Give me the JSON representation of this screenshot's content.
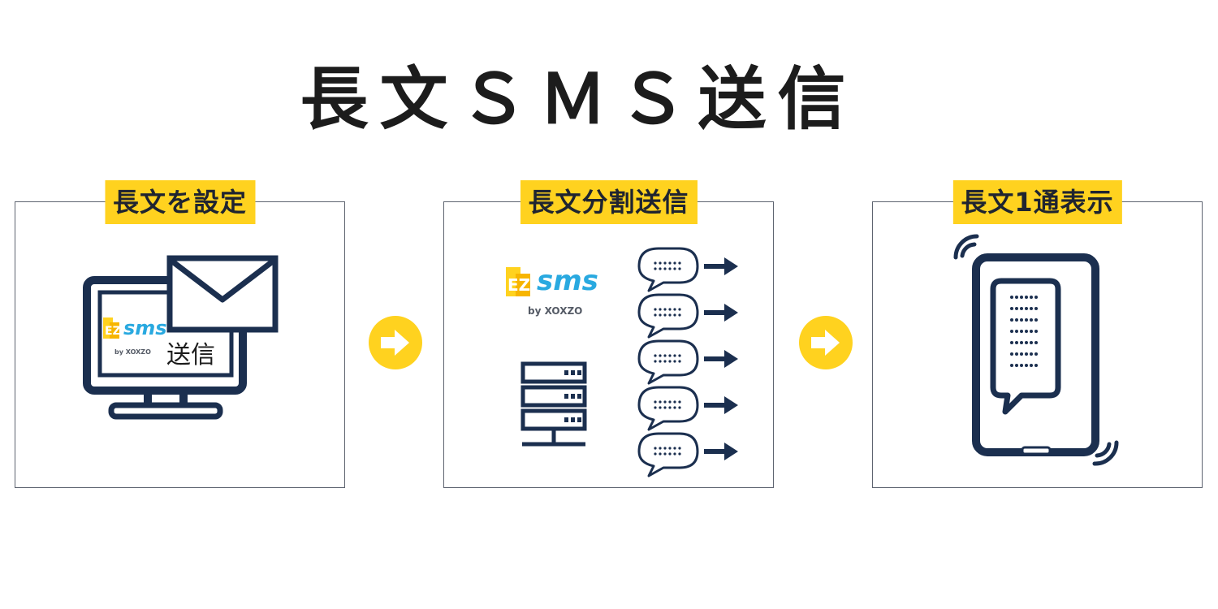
{
  "title": "長文ＳＭＳ送信",
  "steps": [
    {
      "label": "長文を設定",
      "send_text": "送信"
    },
    {
      "label": "長文分割送信"
    },
    {
      "label": "長文1通表示"
    }
  ],
  "brand": {
    "logo_letters": "EZ",
    "name": "sms",
    "byline": "by XOXZO"
  },
  "colors": {
    "accent_yellow": "#ffd21f",
    "navy": "#1b2f4f",
    "sms_blue": "#29a9e0"
  },
  "icons": [
    "monitor-icon",
    "envelope-icon",
    "server-icon",
    "chat-bubble-icon",
    "arrow-right-icon",
    "smartphone-icon",
    "vibration-icon"
  ]
}
